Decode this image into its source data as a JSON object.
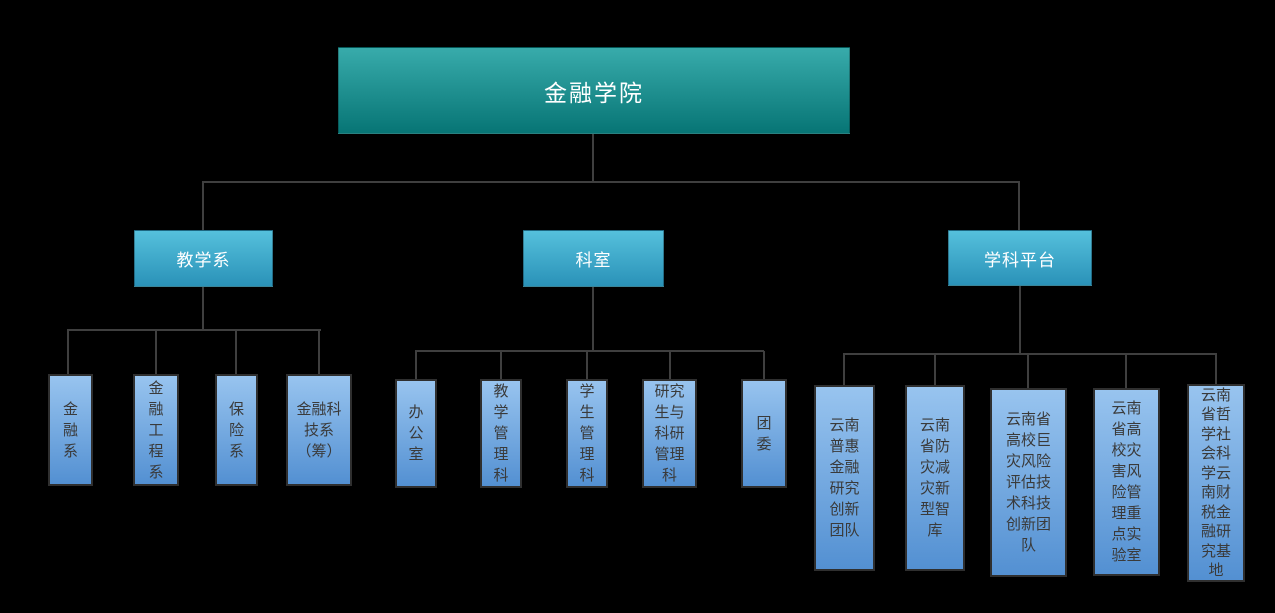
{
  "colors": {
    "bg": "#000000",
    "line": "#3f3f3f",
    "root-top": "#38abab",
    "root-bottom": "#077575",
    "l2-top": "#55c0dc",
    "l2-bottom": "#2a92b8",
    "l3-top": "#98c4ef",
    "l3-bottom": "#5390d2",
    "l3-border": "#2f2f2f",
    "l3-text": "#3a3a3a"
  },
  "chart": {
    "type": "org-chart",
    "root": {
      "name": "金融学院",
      "label": "金融学院"
    },
    "groups": [
      {
        "name": "教学系",
        "label": "教学系",
        "children": [
          {
            "name": "金融系",
            "label": "金\n融\n系"
          },
          {
            "name": "金融工程系",
            "label": "金\n融\n工\n程\n系"
          },
          {
            "name": "保险系",
            "label": "保\n险\n系"
          },
          {
            "name": "金融科技系（筹）",
            "label": "金融科\n技系\n（筹）"
          }
        ]
      },
      {
        "name": "科室",
        "label": "科室",
        "children": [
          {
            "name": "办公室",
            "label": "办\n公\n室"
          },
          {
            "name": "教学管理科",
            "label": "教\n学\n管\n理\n科"
          },
          {
            "name": "学生管理科",
            "label": "学\n生\n管\n理\n科"
          },
          {
            "name": "研究生与科研管理科",
            "label": "研究\n生与\n科研\n管理\n科"
          },
          {
            "name": "团委",
            "label": "团\n委"
          }
        ]
      },
      {
        "name": "学科平台",
        "label": "学科平台",
        "children": [
          {
            "name": "云南普惠金融研究创新团队",
            "label": "云南\n普惠\n金融\n研究\n创新\n团队"
          },
          {
            "name": "云南省防灾减灾新型智库",
            "label": "云南\n省防\n灾减\n灾新\n型智\n库"
          },
          {
            "name": "云南省高校巨灾风险评估技术科技创新团队",
            "label": "云南省\n高校巨\n灾风险\n评估技\n术科技\n创新团\n队"
          },
          {
            "name": "云南省高校灾害风险管理重点实验室",
            "label": "云南\n省高\n校灾\n害风\n险管\n理重\n点实\n验室"
          },
          {
            "name": "云南省哲学社会科学云南财税金融研究基地",
            "label": "云南\n省哲\n学社\n会科\n学云\n南财\n税金\n融研\n究基\n地"
          }
        ]
      }
    ]
  }
}
